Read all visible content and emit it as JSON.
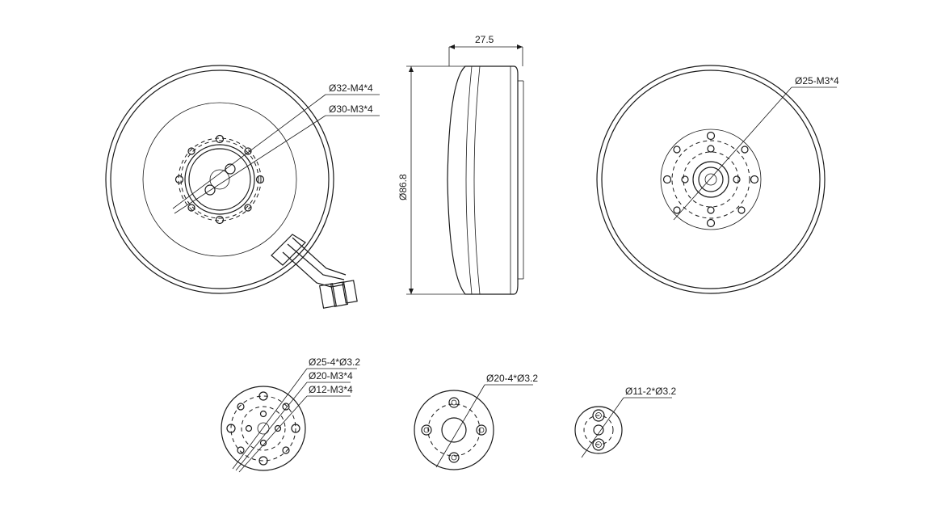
{
  "front_view": {
    "dims": [
      "Ø32-M4*4",
      "Ø30-M3*4"
    ]
  },
  "side_view": {
    "width_dim": "27.5",
    "diameter_dim": "Ø86.8"
  },
  "rear_view": {
    "dims": [
      "Ø25-M3*4"
    ]
  },
  "adapter_left": {
    "dims": [
      "Ø25-4*Ø3.2",
      "Ø20-M3*4",
      "Ø12-M3*4"
    ]
  },
  "adapter_middle": {
    "dims": [
      "Ø20-4*Ø3.2"
    ]
  },
  "adapter_right": {
    "dims": [
      "Ø11-2*Ø3.2"
    ]
  }
}
